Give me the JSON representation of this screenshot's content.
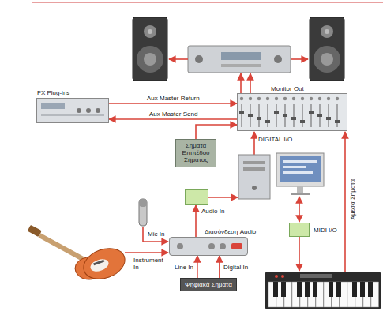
{
  "diagram": {
    "nodes": [
      {
        "text": [
          "FX Plug-ins"
        ]
      },
      {
        "text": [
          "Monitor Out"
        ]
      },
      {
        "text": [
          "Σήματα Επιπέδου Σήματος"
        ]
      },
      {
        "text": [
          "Audio In"
        ]
      },
      {
        "text": [
          "Διασύνδεση Audio"
        ]
      },
      {
        "text": [
          "MIDI I/O"
        ]
      },
      {
        "text": [
          "Ψηφιακά Σήματα"
        ]
      }
    ],
    "edges": [
      {
        "from": 0,
        "to": 1,
        "arrow": "to",
        "label": "Aux Master Return"
      },
      {
        "from": 1,
        "to": 0,
        "arrow": "to",
        "label": "Aux Master Send"
      },
      {
        "from": 2,
        "to": 1,
        "arrow": "to"
      },
      {
        "from": 4,
        "to": 3,
        "arrow": "to"
      },
      {
        "from": 6,
        "to": 4,
        "arrow": "to",
        "label": "Line In"
      },
      {
        "from": 6,
        "to": 4,
        "arrow": "to",
        "label": "Digital In"
      }
    ],
    "labels": [
      "DIGITAL I/O",
      "Mic In",
      "Instrument In",
      "Άμεσα Σήματα"
    ]
  }
}
